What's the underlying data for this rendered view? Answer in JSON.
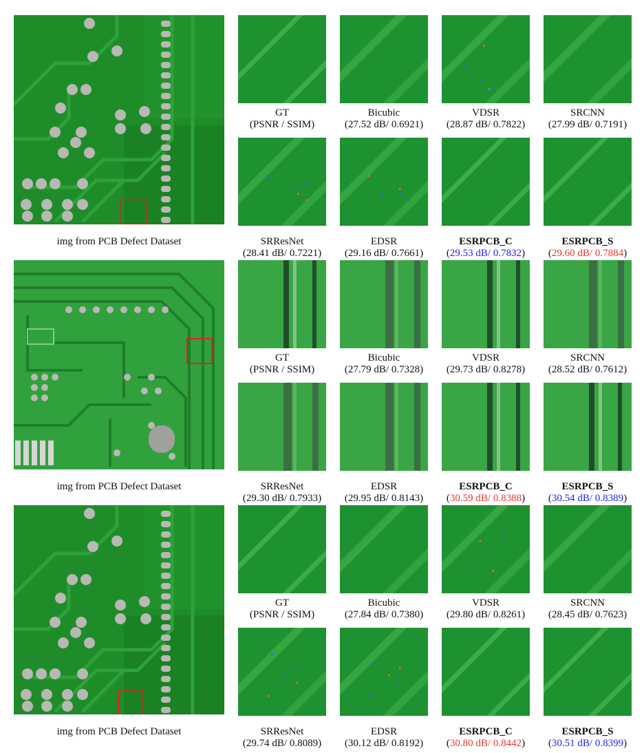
{
  "colors": {
    "pcb_green": "#1f8c2a",
    "pcb_dark_green": "#176f20",
    "trace_green": "#2ea23a",
    "pad_silver": "#b9b9b4",
    "highlight_box": "#d8251c",
    "best_red": "#e8362a",
    "second_blue": "#2222ee"
  },
  "groups": [
    {
      "overview_caption": "img from PCB Defect Dataset",
      "crop_style": "diagonal",
      "rows": [
        [
          {
            "name": "GT",
            "bold": false,
            "metric": "(PSNR / SSIM)",
            "parts": null
          },
          {
            "name": "Bicubic",
            "bold": false,
            "metric": "(27.52 dB/ 0.6921)",
            "parts": null
          },
          {
            "name": "VDSR",
            "bold": false,
            "metric": "(28.87 dB/ 0.7822)",
            "parts": null
          },
          {
            "name": "SRCNN",
            "bold": false,
            "metric": "(27.99 dB/ 0.7191)",
            "parts": null
          }
        ],
        [
          {
            "name": "SRResNet",
            "bold": false,
            "metric": "(28.41 dB/ 0.7221)",
            "parts": null
          },
          {
            "name": "EDSR",
            "bold": false,
            "metric": "(29.16 dB/ 0.7661)",
            "parts": null
          },
          {
            "name": "ESRPCB_C",
            "bold": true,
            "metric": null,
            "parts": {
              "open": "(",
              "value": "29.53 dB/ 0.7832",
              "close": ")",
              "color": "blue"
            }
          },
          {
            "name": "ESRPCB_S",
            "bold": true,
            "metric": null,
            "parts": {
              "open": "(",
              "value": "29.60 dB/ 0.7884",
              "close": ")",
              "color": "red"
            }
          }
        ]
      ]
    },
    {
      "overview_caption": "img from PCB Defect Dataset",
      "crop_style": "vertical",
      "rows": [
        [
          {
            "name": "GT",
            "bold": false,
            "metric": "(PSNR / SSIM)",
            "parts": null
          },
          {
            "name": "Bicubic",
            "bold": false,
            "metric": "(27.79 dB/ 0.7328)",
            "parts": null
          },
          {
            "name": "VDSR",
            "bold": false,
            "metric": "(29.73 dB/ 0.8278)",
            "parts": null
          },
          {
            "name": "SRCNN",
            "bold": false,
            "metric": "(28.52 dB/ 0.7612)",
            "parts": null
          }
        ],
        [
          {
            "name": "SRResNet",
            "bold": false,
            "metric": "(29.30 dB/ 0.7933)",
            "parts": null
          },
          {
            "name": "EDSR",
            "bold": false,
            "metric": "(29.95 dB/ 0.8143)",
            "parts": null
          },
          {
            "name": "ESRPCB_C",
            "bold": true,
            "metric": null,
            "parts": {
              "open": "(",
              "value": "30.59 dB/ 0.8388",
              "close": ")",
              "color": "red"
            }
          },
          {
            "name": "ESRPCB_S",
            "bold": true,
            "metric": null,
            "parts": {
              "open": "(",
              "value": "30.54 dB/ 0.8389",
              "close": ")",
              "color": "blue"
            }
          }
        ]
      ]
    },
    {
      "overview_caption": "img from PCB Defect Dataset",
      "crop_style": "diagonal",
      "rows": [
        [
          {
            "name": "GT",
            "bold": false,
            "metric": "(PSNR / SSIM)",
            "parts": null
          },
          {
            "name": "Bicubic",
            "bold": false,
            "metric": "(27.84 dB/ 0.7380)",
            "parts": null
          },
          {
            "name": "VDSR",
            "bold": false,
            "metric": "(29.80 dB/ 0.8261)",
            "parts": null
          },
          {
            "name": "SRCNN",
            "bold": false,
            "metric": "(28.45 dB/ 0.7623)",
            "parts": null
          }
        ],
        [
          {
            "name": "SRResNet",
            "bold": false,
            "metric": "(29.74 dB/ 0.8089)",
            "parts": null
          },
          {
            "name": "EDSR",
            "bold": false,
            "metric": "(30.12 dB/ 0.8192)",
            "parts": null
          },
          {
            "name": "ESRPCB_C",
            "bold": true,
            "metric": null,
            "parts": {
              "open": "(",
              "value": "30.80 dB/ 0.8442",
              "close": ")",
              "color": "red"
            }
          },
          {
            "name": "ESRPCB_S",
            "bold": true,
            "metric": null,
            "parts": {
              "open": "(",
              "value": "30.51 dB/ 0.8399",
              "close": ")",
              "color": "blue"
            }
          }
        ]
      ]
    }
  ]
}
